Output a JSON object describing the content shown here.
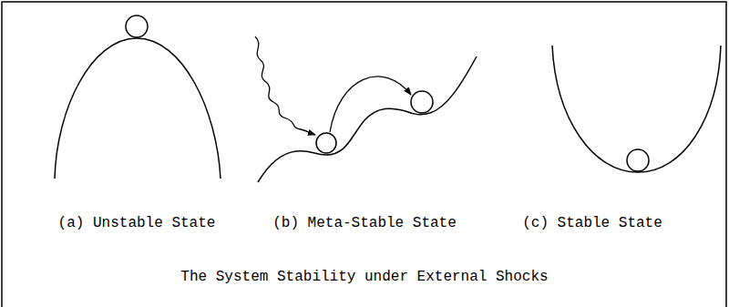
{
  "diagram": {
    "caption": "The System Stability under External Shocks",
    "labels": [
      "(a) Unstable State",
      "(b) Meta-Stable State",
      "(c) Stable State"
    ]
  }
}
